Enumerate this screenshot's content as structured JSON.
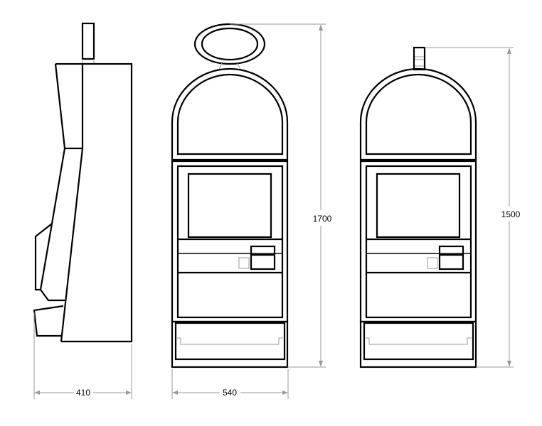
{
  "dimensions": {
    "side_depth": "410",
    "front_width": "540",
    "height_with_topper": "1700",
    "height_standard": "1500"
  },
  "colors": {
    "outline": "#000000",
    "dimension_line": "#9a9a9a"
  }
}
